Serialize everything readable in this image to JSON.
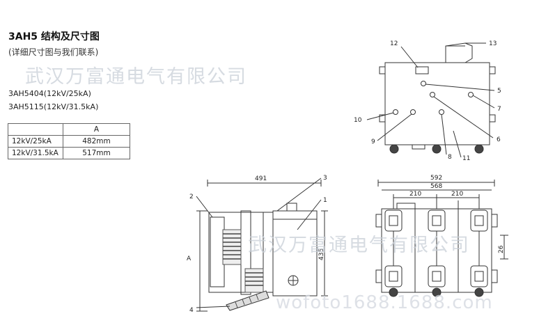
{
  "header": {
    "title": "3AH5 结构及尺寸图",
    "subtitle": "(详细尺寸图与我们联系)"
  },
  "models": [
    "3AH5404(12kV/25kA)",
    "3AH5115(12kV/31.5kA)"
  ],
  "spec_table": {
    "columns": [
      "",
      "A"
    ],
    "rows": [
      [
        "12kV/25kA",
        "482mm"
      ],
      [
        "12kV/31.5kA",
        "517mm"
      ]
    ]
  },
  "watermarks": {
    "company_left": "武汉万富通电气有限公司",
    "company_right": "武汉万富通电气有限公司",
    "website": "wofoto1688.1688.com"
  },
  "top_view": {
    "callouts": [
      "12",
      "13",
      "5",
      "7",
      "10",
      "6",
      "9",
      "8",
      "11"
    ]
  },
  "side_view": {
    "callouts": [
      "2",
      "3",
      "1",
      "4"
    ],
    "dim_width": "491",
    "dim_height": "435",
    "dim_height_label": "A"
  },
  "front_view": {
    "dim_total": "592",
    "dim_inner": "568",
    "dim_pitch_left": "210",
    "dim_pitch_right": "210",
    "dim_side": "26"
  },
  "colors": {
    "line": "#333333",
    "insulator": "#555555",
    "watermark": "#c9cfd8"
  }
}
